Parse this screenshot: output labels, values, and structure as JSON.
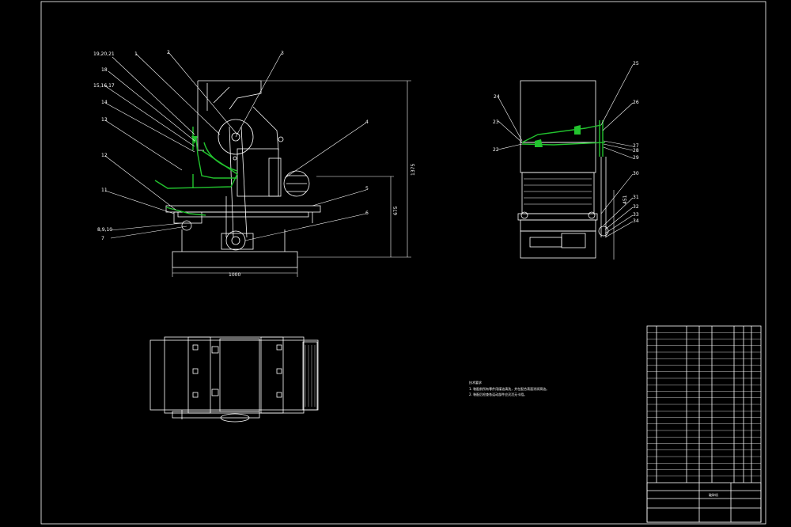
{
  "drawing": {
    "front_labels": [
      "19,20,21",
      "18",
      "15,16,17",
      "14",
      "13",
      "12",
      "11",
      "8,9,10",
      "7",
      "1",
      "2",
      "3",
      "4",
      "5",
      "6"
    ],
    "side_labels": [
      "24",
      "23",
      "22",
      "25",
      "26",
      "27",
      "28",
      "29",
      "30",
      "31",
      "32",
      "33",
      "34"
    ],
    "dim_width": "1000",
    "dim_height": "1375",
    "dim_height_lower": "675",
    "dim_side": "451"
  },
  "notes": {
    "title": "技术要求",
    "line1": "1. 装配前所有零件用煤油清洗，并在配合表面涂润滑油。",
    "line2": "2. 装配后检查各运动部件应灵活无卡阻。"
  },
  "title_block": {
    "name": "破碎机",
    "row_count": 24
  }
}
